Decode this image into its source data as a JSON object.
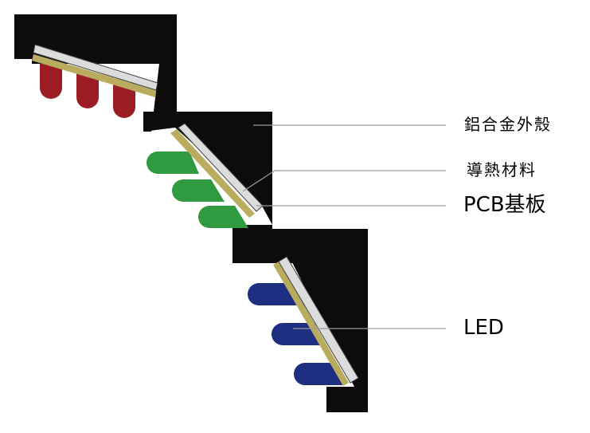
{
  "labels": {
    "housing": "鋁合金外殼",
    "thermal": "導熱材料",
    "pcb": "PCB基板",
    "led": "LED"
  },
  "colors": {
    "housing": "#0d0b0b",
    "pcb_board": "#dcdcdc",
    "thermal_layer": "#b9ac5e",
    "led_red": "#9c1c24",
    "led_green": "#2f9a3f",
    "led_blue": "#1e2f82",
    "leader_line": "#9a9a9a"
  },
  "led_groups": [
    {
      "name": "red",
      "color_key": "led_red",
      "count": 3
    },
    {
      "name": "green",
      "color_key": "led_green",
      "count": 3
    },
    {
      "name": "blue",
      "color_key": "led_blue",
      "count": 3
    }
  ]
}
